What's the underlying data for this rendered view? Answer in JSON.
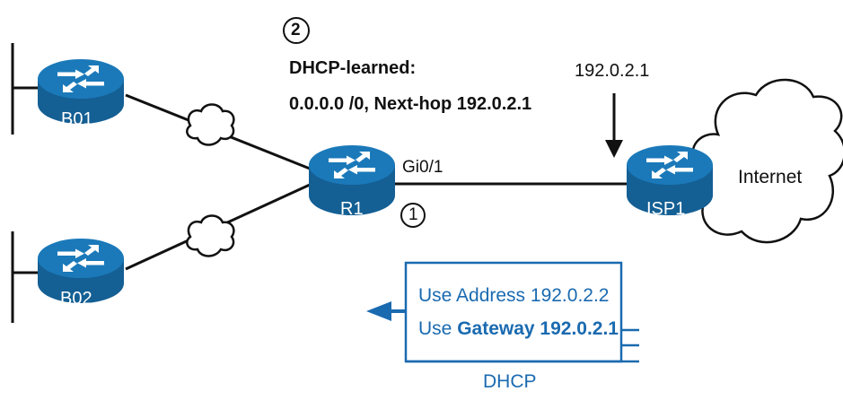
{
  "routers": {
    "b01": "B01",
    "b02": "B02",
    "r1": "R1",
    "isp1": "ISP1"
  },
  "cloud": {
    "internet": "Internet"
  },
  "interface": {
    "gi": "Gi0/1"
  },
  "isp_address": "192.0.2.1",
  "step1": {
    "number": "1"
  },
  "step2": {
    "number": "2",
    "title": "DHCP-learned:",
    "route": "0.0.0.0 /0, Next-hop 192.0.2.1"
  },
  "dhcp_message": {
    "line1": "Use Address 192.0.2.2",
    "line2_prefix": "Use ",
    "line2_bold": "Gateway 192.0.2.1",
    "caption": "DHCP"
  },
  "colors": {
    "router_fill": "#1b79b9",
    "router_dark": "#145f94",
    "accent_blue": "#1a6ab0",
    "line": "#111111"
  }
}
